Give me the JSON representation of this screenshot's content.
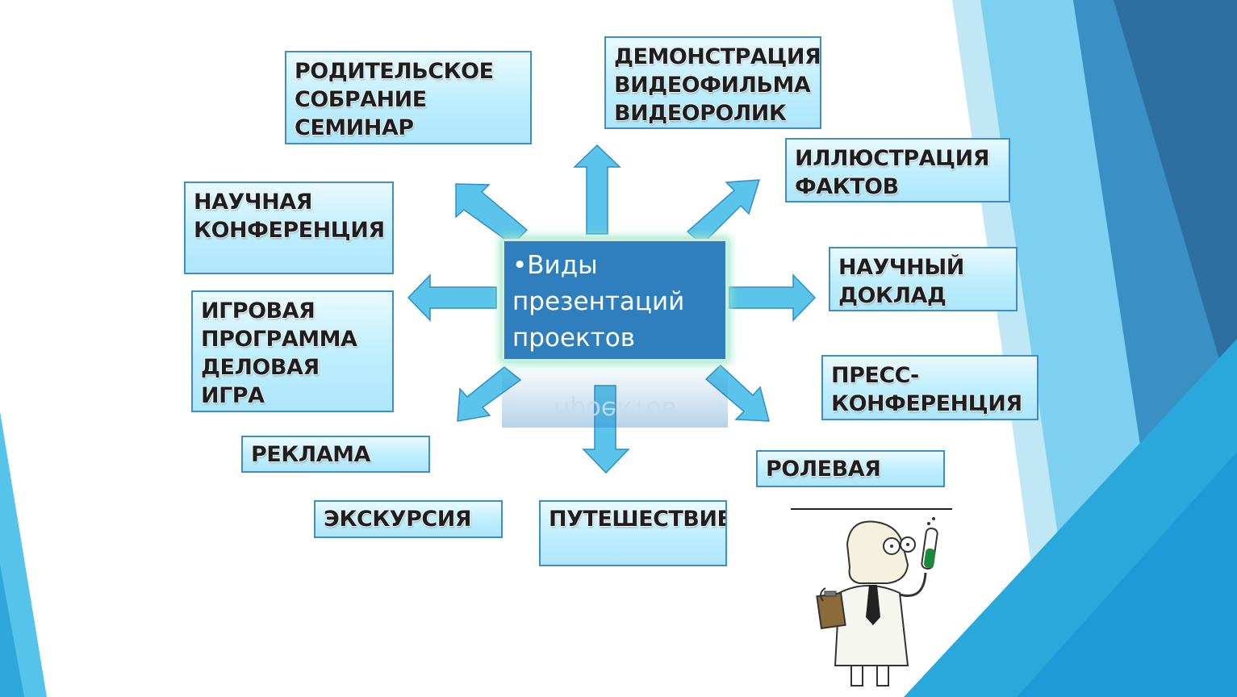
{
  "center": {
    "text": "•Виды презентаций проектов",
    "reflection": "проектов"
  },
  "boxes": {
    "roditelskoe": "РОДИТЕЛЬСКОЕ\nСОБРАНИЕ\nСЕМИНАР",
    "demonstraciya": "ДЕМОНСТРАЦИЯ\nВИДЕОФИЛЬМА\nВИДЕОРОЛИК",
    "illyustraciya": "ИЛЛЮСТРАЦИЯ\nФАКТОВ",
    "nauchnaya_konf": "НАУЧНАЯ\nКОНФЕРЕНЦИЯ",
    "nauchnyi_doklad": "НАУЧНЫЙ\nДОКЛАД",
    "igrovaya": "ИГРОВАЯ\nПРОГРАММА\nДЕЛОВАЯ ИГРА",
    "press": "ПРЕСС-\nКОНФЕРЕНЦИЯ",
    "reklama": "РЕКЛАМА",
    "rolevaya": "РОЛЕВАЯ ИГРА",
    "ekskursiya": "ЭКСКУРСИЯ",
    "puteshestvie": "ПУТЕШЕСТВИЕ"
  },
  "colors": {
    "box_border": "#3f8dc9",
    "center_fill": "#2f7fbf",
    "arrow_fill": "#5bc4ea",
    "bg_blue_dark": "#2d6fa0",
    "bg_blue_light": "#4fc1ea"
  },
  "icons": [
    "scientist-illustration",
    "arrow-icon"
  ]
}
